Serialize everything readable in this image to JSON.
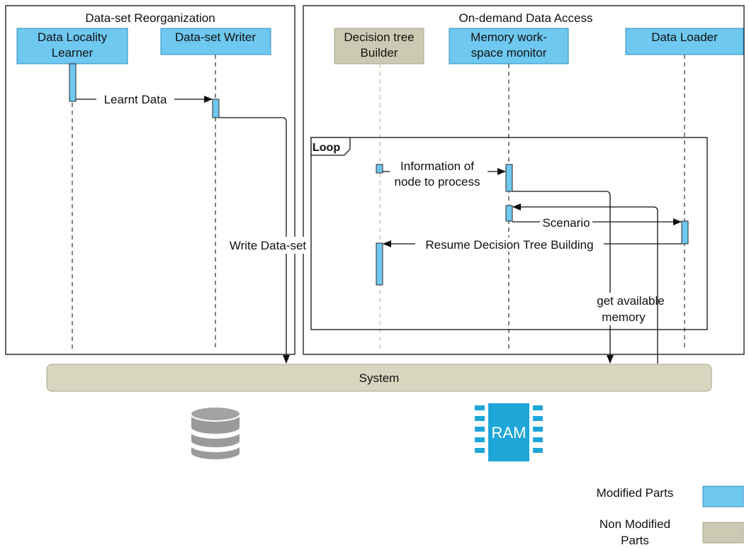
{
  "panels": {
    "left_title": "Data-set Reorganization",
    "right_title": "On-demand Data Access"
  },
  "participants": {
    "locality_learner": [
      "Data Locality",
      "Learner"
    ],
    "dataset_writer": "Data-set Writer",
    "tree_builder": [
      "Decision tree",
      "Builder"
    ],
    "memory_monitor": [
      "Memory work-",
      "space monitor"
    ],
    "data_loader": "Data Loader"
  },
  "loop_label": "Loop",
  "messages": {
    "learnt_data": "Learnt Data",
    "write_dataset": "Write Data-set",
    "info_node": [
      "Information of",
      "node to process"
    ],
    "scenario": "Scenario",
    "resume": "Resume Decision Tree Building",
    "get_memory": [
      "get available",
      "memory"
    ]
  },
  "system_label": "System",
  "ram_label": "RAM",
  "legend": {
    "modified": "Modified Parts",
    "non_modified": [
      "Non Modified",
      "Parts"
    ]
  },
  "colors": {
    "modified": "#6ec8f0",
    "non_modified": "#cdcab3",
    "ram": "#1ea6d8",
    "database": "#9a9a9a"
  }
}
